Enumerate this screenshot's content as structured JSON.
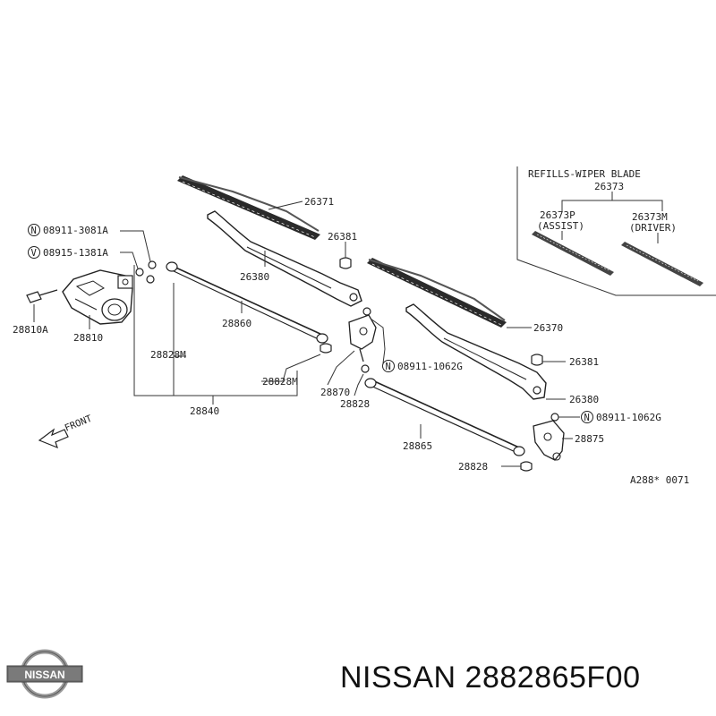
{
  "refills_box": {
    "title": "REFILLS-WIPER BLADE",
    "part": "26373",
    "assist_part": "26373P",
    "assist_label": "(ASSIST)",
    "driver_part": "26373M",
    "driver_label": "(DRIVER)"
  },
  "labels": {
    "blade_left": "26371",
    "cap_left": "26381",
    "arm_left": "26380",
    "bolt_n1": "08911-3081A",
    "bolt_v": "08915-1381A",
    "bolt_28810a": "28810A",
    "motor": "28810",
    "link_28860": "28860",
    "bush_28828m_a": "28828M",
    "bush_28828m_b": "28828M",
    "pivot_28870": "28870",
    "bush_28828_a": "28828",
    "frame_28840": "28840",
    "blade_right": "26370",
    "cap_right": "26381",
    "arm_right": "26380",
    "nut_center": "08911-1062G",
    "nut_right": "08911-1062G",
    "pivot_28875": "28875",
    "link_28865": "28865",
    "bush_28828_b": "28828",
    "front": "FRONT",
    "diagram_code": "A288* 0071"
  },
  "symbols": {
    "n": "N",
    "v": "V"
  },
  "footer": {
    "brand": "NISSAN",
    "part_number": "2882865F00"
  },
  "logo": {
    "text": "NISSAN"
  }
}
